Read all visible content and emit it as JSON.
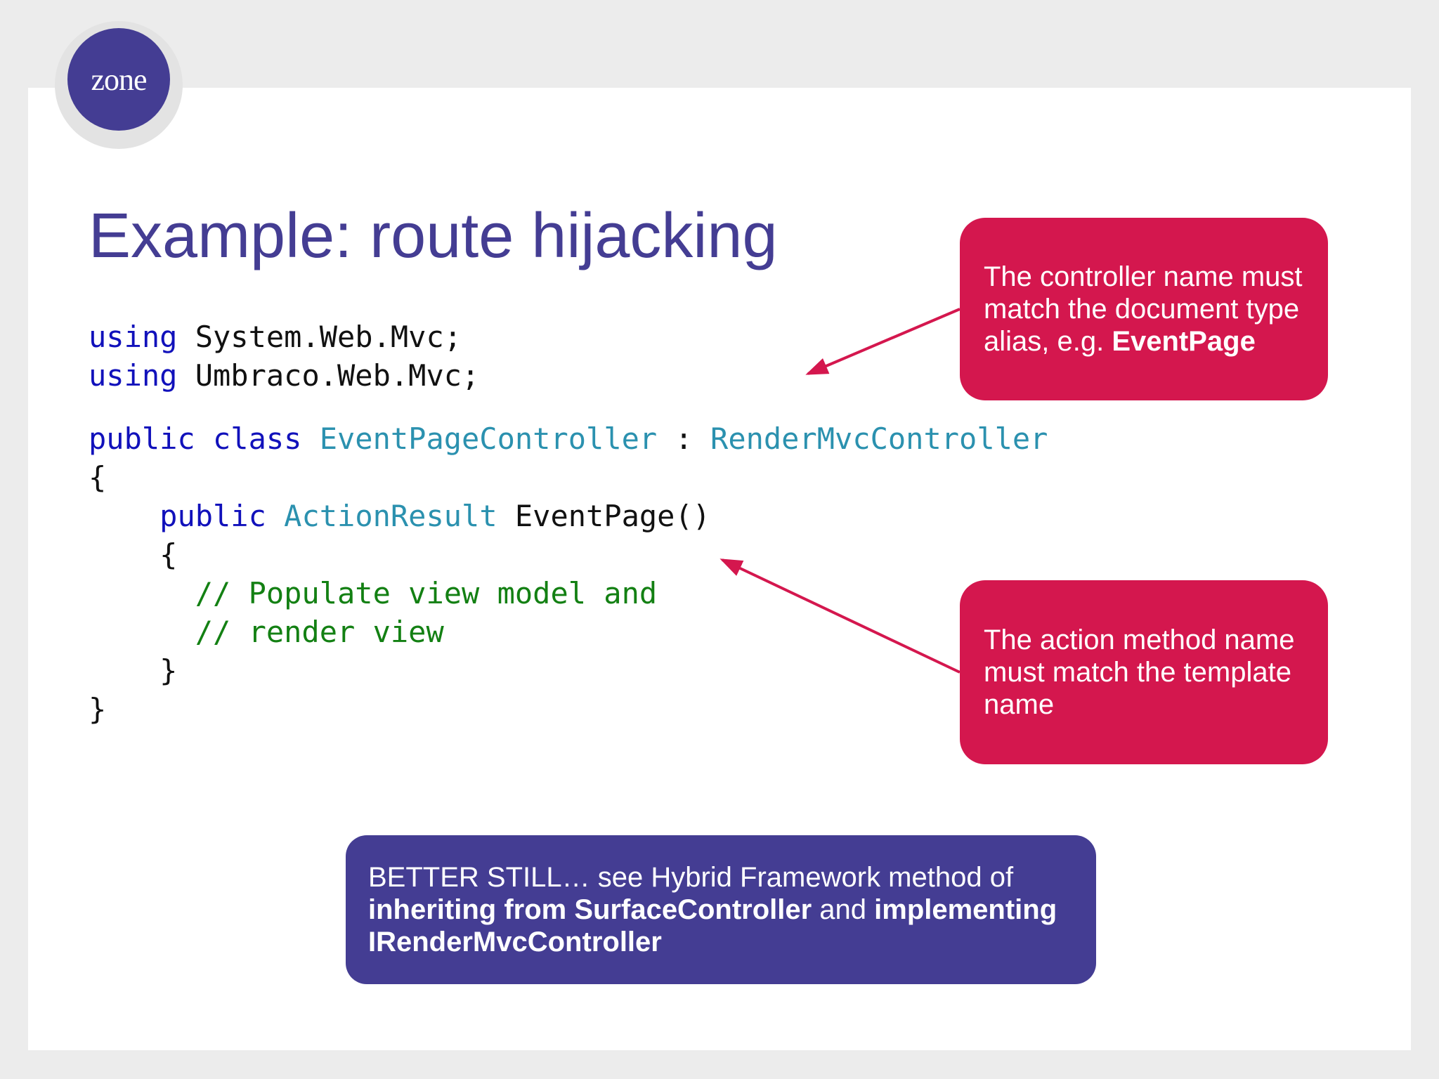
{
  "logo": {
    "text": "zone"
  },
  "title": "Example: route hijacking",
  "code": {
    "l1_kw": "using",
    "l1_rest": " System.Web.Mvc;",
    "l2_kw": "using",
    "l2_rest": " Umbraco.Web.Mvc;",
    "l3_kw": "public class",
    "l3_type1": "EventPageController",
    "l3_sep": " : ",
    "l3_type2": "RenderMvcController",
    "l4": "{",
    "l5_kw": "public",
    "l5_type": "ActionResult",
    "l5_rest": " EventPage()",
    "l6": "{",
    "l7": "// Populate view model and",
    "l8": "// render view",
    "l9": "}",
    "l10": "}"
  },
  "callout_controller": {
    "text": "The controller name must match the document type alias, e.g. ",
    "bold": "EventPage"
  },
  "callout_action": {
    "text": "The action method name must match the template name"
  },
  "note": {
    "part1": "BETTER STILL… see Hybrid Framework method of ",
    "bold1": "inheriting from SurfaceController",
    "part2": " and ",
    "bold2": "implementing IRenderMvcController"
  },
  "colors": {
    "brand_purple": "#443d93",
    "callout_red": "#d4174e",
    "keyword_blue": "#1111bb",
    "type_teal": "#2b91af",
    "comment_green": "#138013"
  }
}
